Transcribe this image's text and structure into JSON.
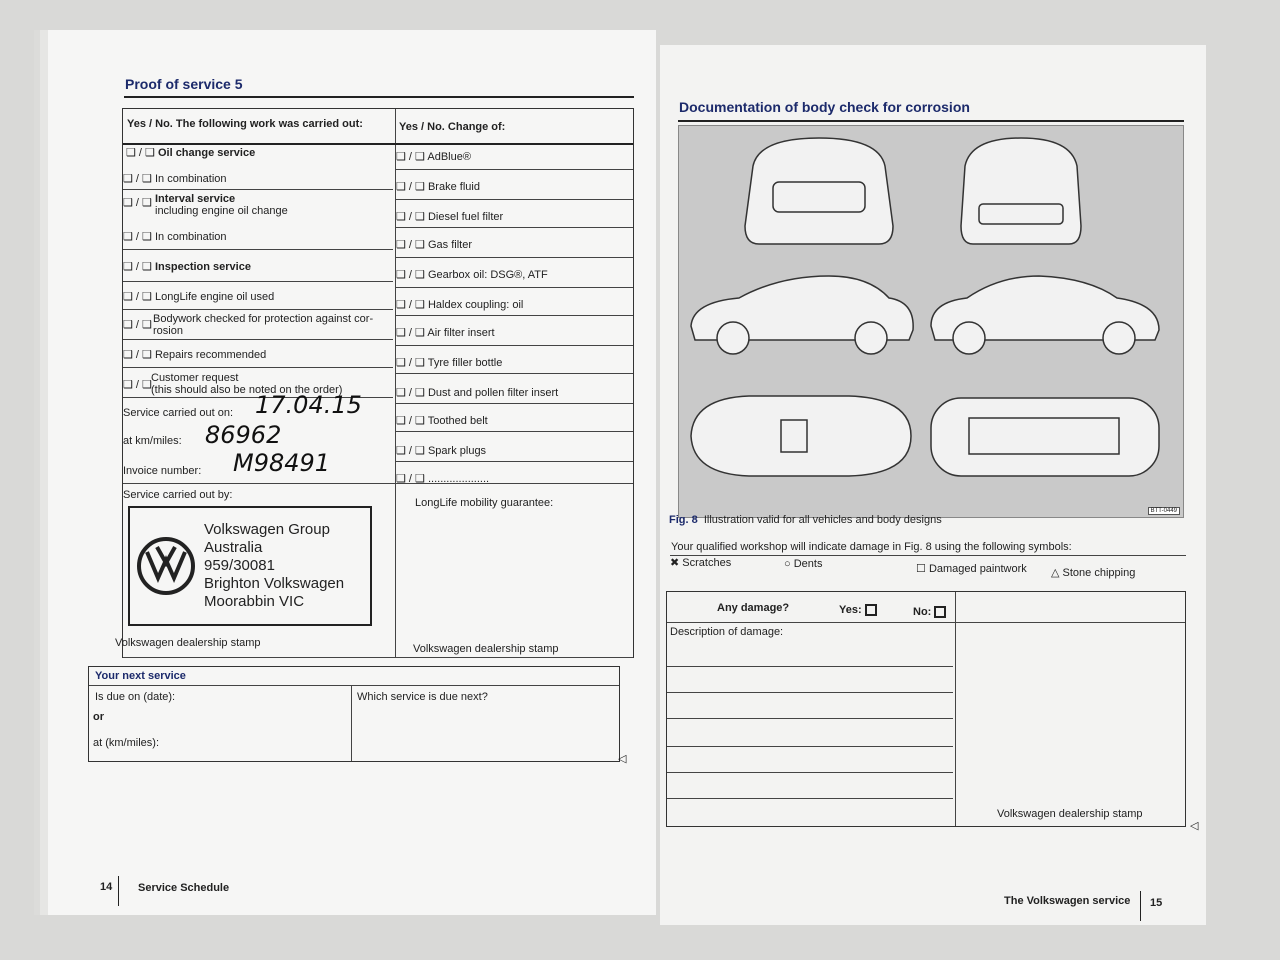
{
  "left_page": {
    "title": "Proof of service 5",
    "col1_header": "Yes / No. The following work was carried out:",
    "col2_header": "Yes / No. Change of:",
    "checkbox_glyph": "❑ / ❑",
    "work_items": [
      "Oil change service",
      "In combination",
      "Interval service",
      "including engine oil change",
      "In combination",
      "Inspection service",
      "LongLife engine oil used",
      "Bodywork checked for protection against cor-",
      "rosion",
      "Repairs recommended",
      "Customer request",
      "(this should also be noted on the order)"
    ],
    "change_items": [
      "AdBlue®",
      "Brake fluid",
      "Diesel fuel filter",
      "Gas filter",
      "Gearbox oil: DSG®, ATF",
      "Haldex coupling: oil",
      "Air filter insert",
      "Tyre filler bottle",
      "Dust and pollen filter insert",
      "Toothed belt",
      "Spark plugs",
      "...................."
    ],
    "service_carried_out_on_label": "Service carried out on:",
    "service_date": "17.04.15",
    "km_label": "at km/miles:",
    "km_value": "86962",
    "invoice_label": "Invoice number:",
    "invoice_value": "M98491",
    "carried_out_by_label": "Service carried out by:",
    "longlife_label": "LongLife mobility guarantee:",
    "dealer_stamp_label_1": "Volkswagen dealership stamp",
    "dealer_stamp_label_2": "Volkswagen dealership stamp",
    "stamp_lines": [
      "Volkswagen Group",
      "Australia",
      "959/30081",
      "Brighton Volkswagen",
      "Moorabbin VIC"
    ],
    "logo_text": "VW",
    "next_service_title": "Your next service",
    "due_on_label": "Is due on (date):",
    "or_label": "or",
    "at_km_label": "at (km/miles):",
    "which_service_label": "Which service is due next?",
    "page_number": "14",
    "footer": "Service Schedule"
  },
  "right_page": {
    "title": "Documentation of body check for corrosion",
    "fig_code": "BTT-0449",
    "fig_label": "Fig. 8",
    "fig_caption": "Illustration valid for all vehicles and body designs",
    "symbols_intro": "Your qualified workshop will indicate damage in Fig. 8 using the following symbols:",
    "symbols": [
      {
        "glyph": "✖",
        "label": "Scratches"
      },
      {
        "glyph": "○",
        "label": "Dents"
      },
      {
        "glyph": "☐",
        "label": "Damaged paintwork"
      },
      {
        "glyph": "△",
        "label": "Stone chipping"
      }
    ],
    "any_damage_label": "Any damage?",
    "yes_label": "Yes:",
    "no_label": "No:",
    "description_label": "Description of damage:",
    "dealer_stamp_label": "Volkswagen dealership stamp",
    "footer": "The Volkswagen service",
    "page_number": "15"
  }
}
